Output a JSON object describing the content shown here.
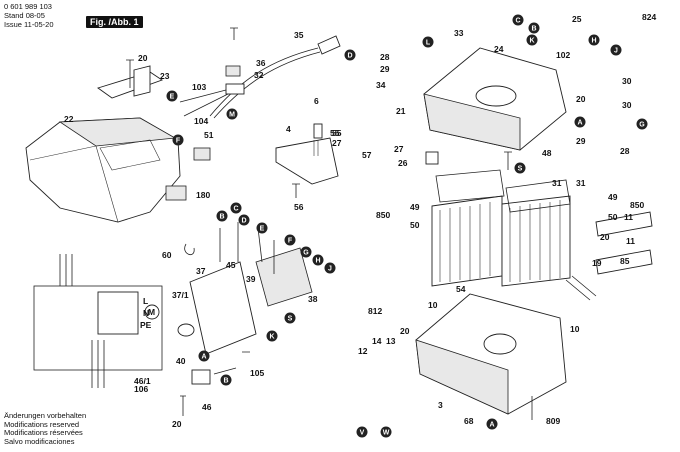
{
  "header": {
    "doc_number": "0 601 989 103",
    "stand_label": "Stand",
    "stand_value": "08-05",
    "issue_label": "Issue",
    "issue_value": "11-05-20",
    "figure_label": "Fig. /Abb. 1"
  },
  "footer": {
    "line1": "Änderungen vorbehalten",
    "line2": "Modifications reserved",
    "line3": "Modifications réservées",
    "line4": "Salvo modificaciones"
  },
  "schematic": {
    "terminal_l": "L",
    "terminal_n": "N",
    "terminal_pe": "PE",
    "motor": "M"
  },
  "part_numbers": [
    "20",
    "23",
    "22",
    "33",
    "24",
    "21",
    "25",
    "824",
    "102",
    "30",
    "29",
    "28",
    "34",
    "20",
    "30",
    "29",
    "28",
    "27",
    "26",
    "48",
    "31",
    "31",
    "49",
    "850",
    "50",
    "49",
    "850",
    "50",
    "11",
    "11",
    "85",
    "20",
    "19",
    "10",
    "54",
    "20",
    "812",
    "12",
    "13",
    "14",
    "10",
    "55",
    "3",
    "68",
    "809",
    "35",
    "36",
    "32",
    "103",
    "104",
    "6",
    "4",
    "55",
    "27",
    "57",
    "51",
    "180",
    "56",
    "37",
    "45",
    "39",
    "38",
    "37/1",
    "40",
    "60",
    "105",
    "46/1",
    "106",
    "46",
    "20"
  ],
  "callouts": [
    "D",
    "L",
    "B",
    "H",
    "J",
    "C",
    "K",
    "E",
    "M",
    "F",
    "G",
    "S",
    "A",
    "B",
    "C",
    "D",
    "E",
    "F",
    "G",
    "H",
    "J",
    "K",
    "S",
    "A",
    "B",
    "V",
    "W",
    "A"
  ]
}
